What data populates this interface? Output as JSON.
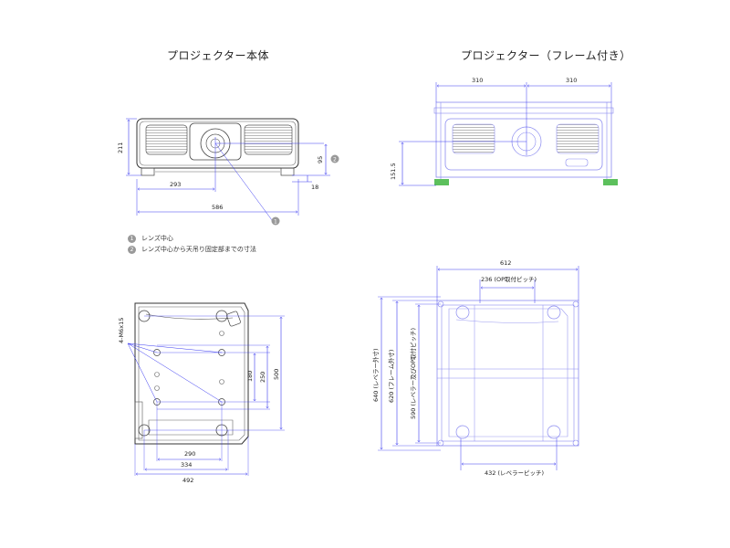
{
  "headings": {
    "main_body": "プロジェクター本体",
    "with_frame": "プロジェクター（フレーム付き）"
  },
  "legend": [
    {
      "num": "1",
      "text": "レンズ中心"
    },
    {
      "num": "2",
      "text": "レンズ中心から天吊り固定部までの寸法"
    }
  ],
  "front_view": {
    "width": "586",
    "height": "211",
    "lens_offset": "293",
    "lens_height": "95",
    "foot": "18",
    "callout_1": "1",
    "callout_2": "2"
  },
  "frame_front_view": {
    "left": "310",
    "right": "310",
    "height": "151.5"
  },
  "bottom_view": {
    "screw_label": "4-M6x15",
    "w290": "290",
    "w334": "334",
    "w492": "492",
    "h180": "180",
    "h250": "250",
    "h500": "500"
  },
  "frame_bottom_view": {
    "w612": "612",
    "op_pitch": "236 (OP取付ピッチ)",
    "lever_pitch": "432 (レベラーピッチ)",
    "h640": "640 (レベラー外寸)",
    "h620": "620 (フレーム外寸)",
    "h590": "590 (レベラー及びOP取付ピッチ)"
  },
  "colors": {
    "line": "#333333",
    "dim_line": "#3a3af0",
    "frame_line": "#8a8af0",
    "leveler": "#5cc05c"
  }
}
